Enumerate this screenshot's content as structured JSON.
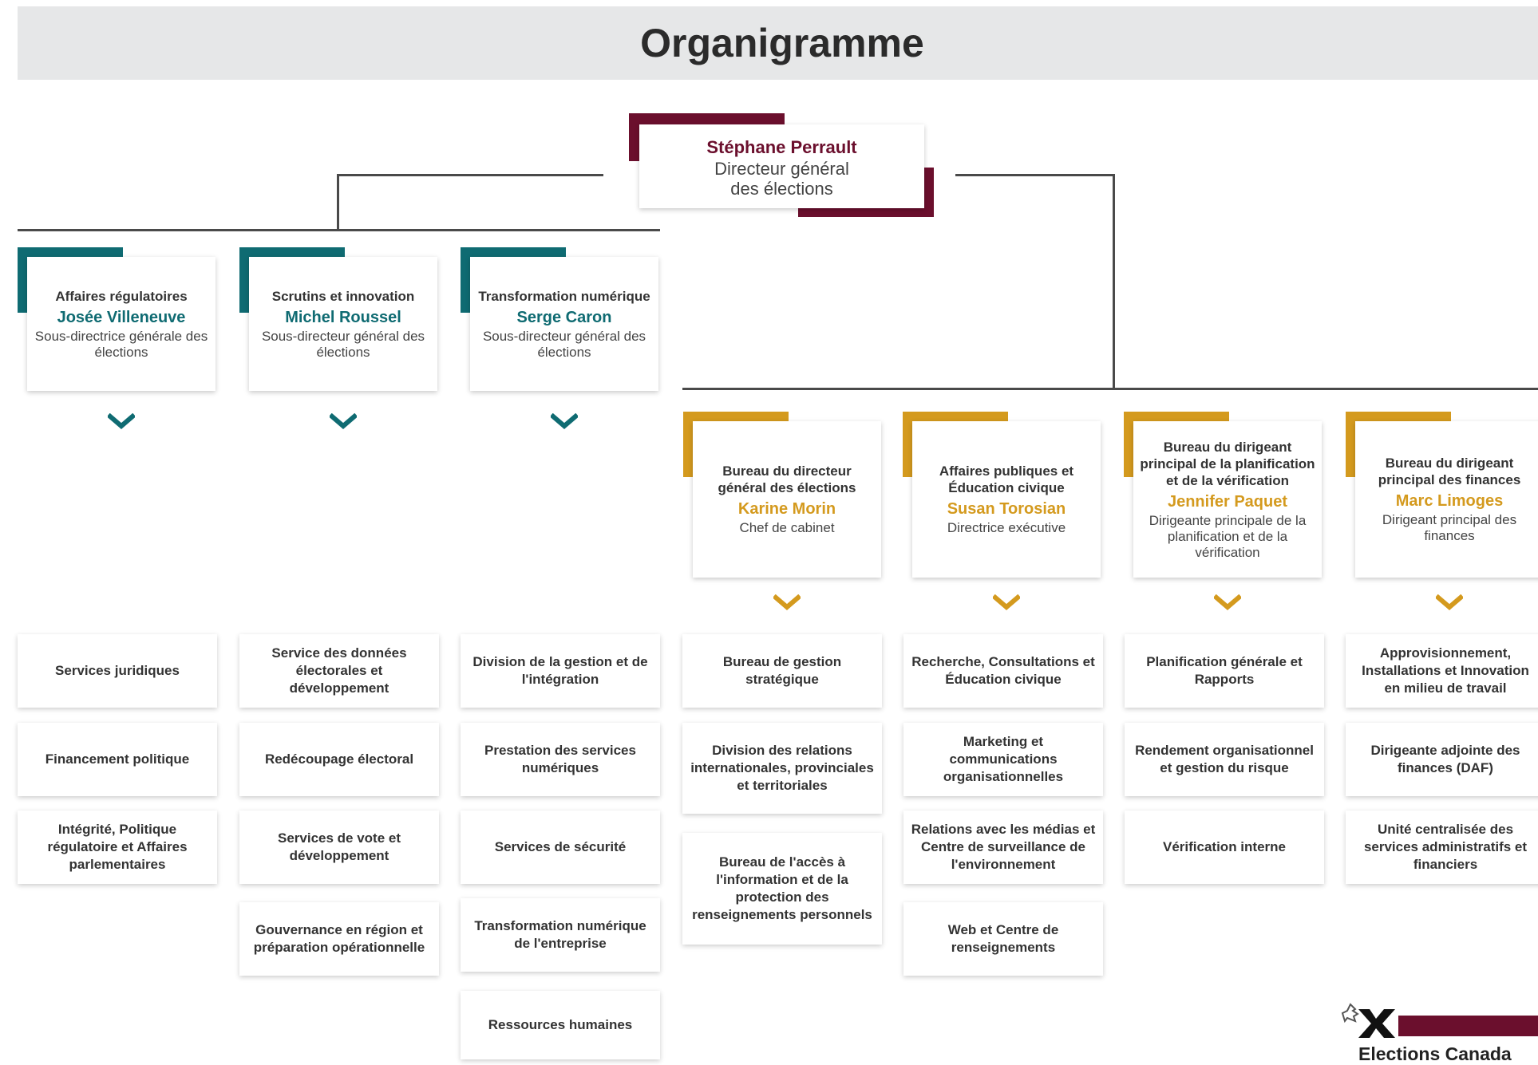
{
  "title": "Organigramme",
  "colors": {
    "maroon": "#6b0f2d",
    "teal": "#0f6b72",
    "gold": "#d49a1e",
    "header_bg": "#e6e7e8"
  },
  "ceo": {
    "name": "Stéphane Perrault",
    "role": "Directeur général des élections"
  },
  "deputies": [
    {
      "dept": "Affaires régulatoires",
      "name": "Josée Villeneuve",
      "role": "Sous-directrice générale des élections",
      "units": [
        "Services juridiques",
        "Financement politique",
        "Intégrité, Politique régulatoire et Affaires parlementaires"
      ]
    },
    {
      "dept": "Scrutins et innovation",
      "name": "Michel Roussel",
      "role": "Sous-directeur général des élections",
      "units": [
        "Service des données électorales et développement",
        "Redécoupage électoral",
        "Services de vote et développement",
        "Gouvernance en région et préparation opérationnelle"
      ]
    },
    {
      "dept": "Transformation numérique",
      "name": "Serge Caron",
      "role": "Sous-directeur général des élections",
      "units": [
        "Division de la gestion et de l'intégration",
        "Prestation des services numériques",
        "Services de sécurité",
        "Transformation numérique de l'entreprise",
        "Ressources humaines"
      ]
    }
  ],
  "executives": [
    {
      "dept": "Bureau du directeur général des élections",
      "name": "Karine Morin",
      "role": "Chef de cabinet",
      "units": [
        "Bureau de gestion stratégique",
        "Division des relations internationales, provinciales et territoriales",
        "Bureau de l'accès à l'information et de la protection des renseignements personnels"
      ]
    },
    {
      "dept": "Affaires publiques et Éducation civique",
      "name": "Susan Torosian",
      "role": "Directrice exécutive",
      "units": [
        "Recherche, Consultations et Éducation civique",
        "Marketing et communications organisationnelles",
        "Relations avec les médias et Centre de surveillance de l'environnement",
        "Web et Centre de renseignements"
      ]
    },
    {
      "dept": "Bureau du dirigeant principal de la planification et de la vérification",
      "name": "Jennifer Paquet",
      "role": "Dirigeante principale de la planification et de la vérification",
      "units": [
        "Planification générale et Rapports",
        "Rendement organisationnel et gestion du risque",
        "Vérification interne"
      ]
    },
    {
      "dept": "Bureau du dirigeant principal des finances",
      "name": "Marc Limoges",
      "role": "Dirigeant principal des finances",
      "units": [
        "Approvisionnement, Installations et Innovation en milieu de travail",
        "Dirigeante adjointe des finances (DAF)",
        "Unité centralisée des services administratifs et financiers"
      ]
    }
  ],
  "logo": {
    "text": "Elections Canada"
  }
}
